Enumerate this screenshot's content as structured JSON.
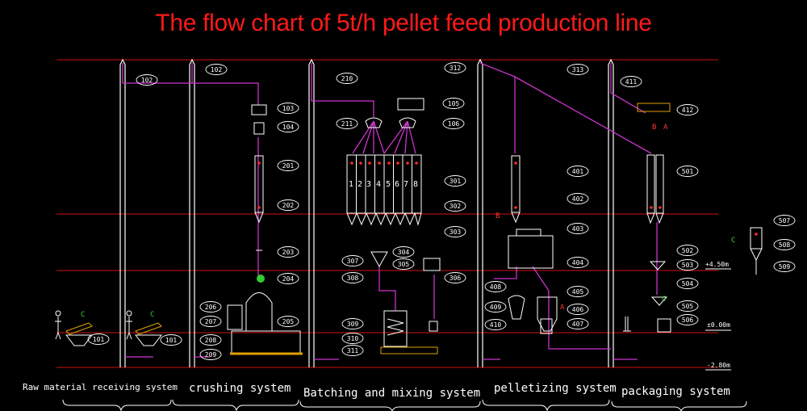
{
  "title": "The flow chart of 5t/h pellet feed production line",
  "colors": {
    "background": "#000000",
    "title": "#ff1a1a",
    "level_line": "#d01010",
    "pipe": "#cc33cc",
    "equipment": "#ffffff",
    "marker": "#33cc33"
  },
  "systems": [
    "Raw material receiving system",
    "crushing system",
    "Batching and mixing system",
    "pelletizing system",
    "packaging system"
  ],
  "elevations": [
    "+4.50m",
    "±0.00m",
    "-2.80m"
  ],
  "markers": {
    "c": "C",
    "a": "A",
    "b": "B"
  },
  "bins": [
    "1",
    "2",
    "3",
    "4",
    "5",
    "6",
    "7",
    "8"
  ],
  "tags": {
    "t101": "101",
    "t102": "102",
    "t103": "103",
    "t104": "104",
    "t105": "105",
    "t106": "106",
    "t201": "201",
    "t202": "202",
    "t203": "203",
    "t204": "204",
    "t205": "205",
    "t206": "206",
    "t207": "207",
    "t208": "208",
    "t209": "209",
    "t210": "210",
    "t211": "211",
    "t301": "301",
    "t302": "302",
    "t303": "303",
    "t304": "304",
    "t305": "305",
    "t306": "306",
    "t307": "307",
    "t308": "308",
    "t309": "309",
    "t310": "310",
    "t311": "311",
    "t312": "312",
    "t313": "313",
    "t401": "401",
    "t402": "402",
    "t403": "403",
    "t404": "404",
    "t405": "405",
    "t406": "406",
    "t407": "407",
    "t408": "408",
    "t409": "409",
    "t410": "410",
    "t411": "411",
    "t412": "412",
    "t501": "501",
    "t502": "502",
    "t503": "503",
    "t504": "504",
    "t505": "505",
    "t506": "506",
    "t507": "507",
    "t508": "508",
    "t509": "509"
  }
}
